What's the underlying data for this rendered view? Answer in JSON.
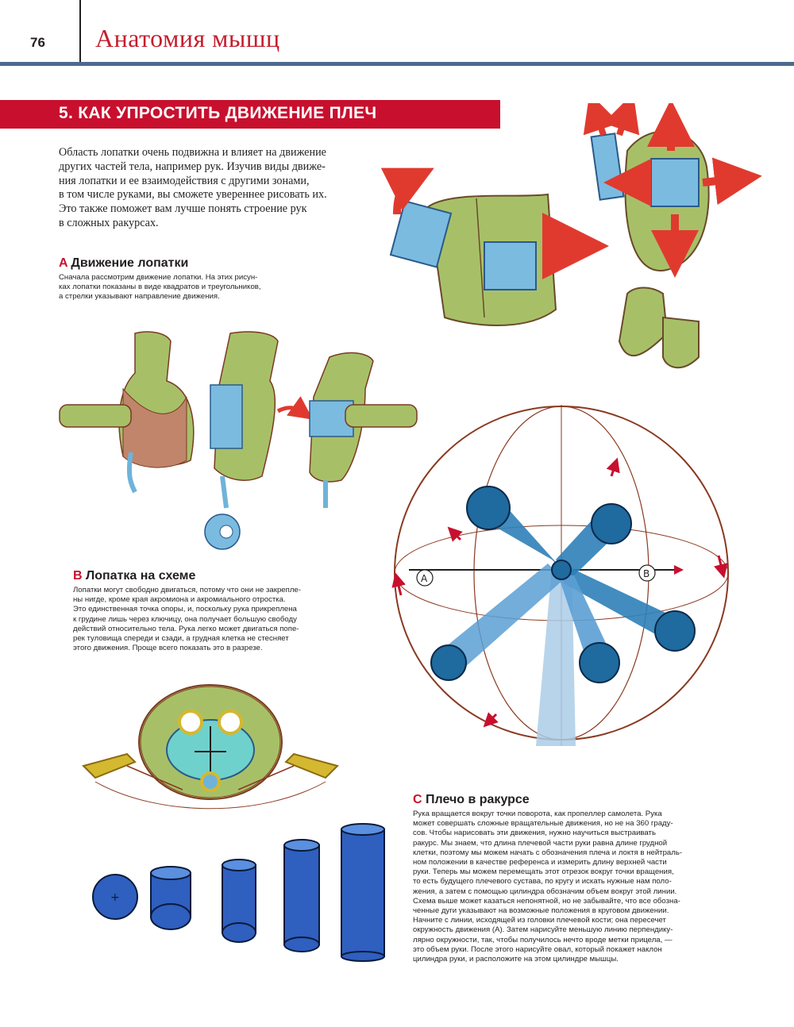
{
  "header": {
    "page_number": "76",
    "running_title": "Анатомия мышц"
  },
  "chapter": {
    "title": "5. КАК УПРОСТИТЬ ДВИЖЕНИЕ ПЛЕЧ"
  },
  "intro": {
    "lines": [
      "Область лопатки очень подвижна и влияет на движение",
      "других частей тела, например рук. Изучив виды движе-",
      "ния лопатки и ее взаимодействия с другими зонами,",
      "в том числе руками, вы сможете увереннее рисовать их.",
      "Это также поможет вам лучше понять строение рук",
      "в сложных ракурсах."
    ]
  },
  "section_a": {
    "letter": "A",
    "title": "Движение лопатки",
    "lines": [
      "Сначала рассмотрим движение лопатки. На этих рисун-",
      "ках лопатки показаны в виде квадратов и треугольников,",
      "а стрелки указывают направление движения."
    ]
  },
  "section_b": {
    "letter": "B",
    "title": "Лопатка на схеме",
    "lines": [
      "Лопатки могут свободно двигаться, потому что они не закрепле-",
      "ны нигде, кроме края акромиона и акромиального отростка.",
      "Это единственная точка опоры, и, поскольку рука прикреплена",
      "к грудине лишь через ключицу, она получает большую свободу",
      "действий относительно тела. Рука легко может двигаться попе-",
      "рек туловища спереди и сзади, а грудная клетка не стесняет",
      "этого движения. Проще всего показать это в разрезе."
    ]
  },
  "section_c": {
    "letter": "C",
    "title": "Плечо в ракурсе",
    "lines": [
      "Рука вращается вокруг точки поворота, как пропеллер самолета. Рука",
      "может совершать сложные вращательные движения, но не на 360 граду-",
      "сов. Чтобы нарисовать эти движения, нужно научиться выстраивать",
      "ракурс. Мы знаем, что длина плечевой части руки равна длине грудной",
      "клетки, поэтому мы можем начать с обозначения плеча и локтя в нейтраль-",
      "ном положении в качестве референса и измерить длину верхней части",
      "руки. Теперь мы можем перемещать этот отрезок вокруг точки вращения,",
      "то есть будущего плечевого сустава, по кругу и искать нужные нам поло-",
      "жения, а затем с помощью цилиндра обозначим объем вокруг этой линии.",
      "Схема выше может казаться непонятной, но не забывайте, что все обозна-",
      "ченные дуги указывают на возможные положения в круговом движении.",
      "Начните с линии, исходящей из головки плечевой кости; она пересечет",
      "окружность движения (А). Затем нарисуйте меньшую линию перпендику-",
      "лярно окружности, так, чтобы получилось нечто вроде метки прицела, —",
      "это объем руки. После этого нарисуйте овал, который покажет наклон",
      "цилиндра руки, и расположите на этом цилиндре мышцы."
    ]
  },
  "diagram_labels": {
    "point_a": "A",
    "point_b": "B"
  },
  "colors": {
    "accent_red": "#c8102e",
    "header_rule": "#4d6a8e",
    "body_green": "#a7c068",
    "scapula_blue": "#6fb3d9",
    "cylinder_blue": "#2f5fbf",
    "arrow_red": "#e03a2f",
    "sketch_brown": "#8a3a22",
    "clavicle_yellow": "#d4b830"
  }
}
